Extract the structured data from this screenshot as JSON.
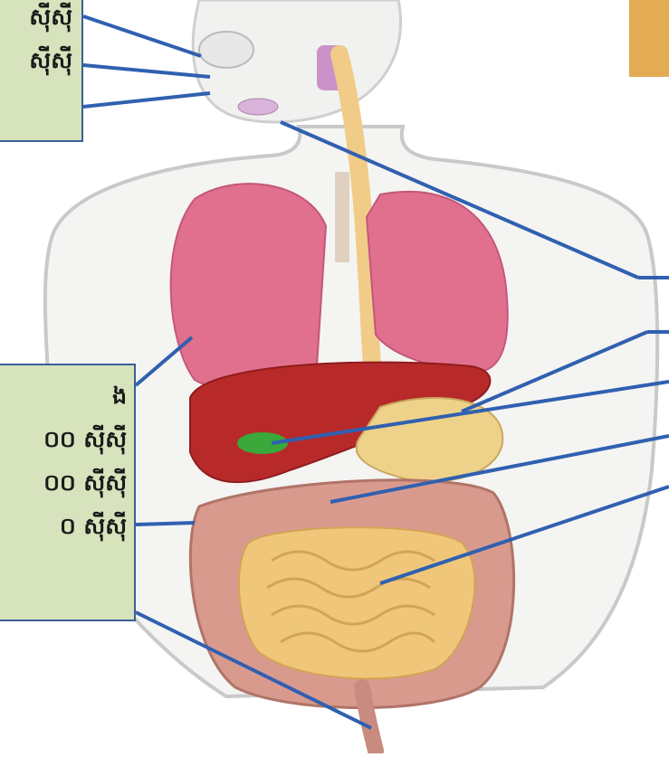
{
  "colors": {
    "label_box_fill": "#d7e3bc",
    "label_box_border": "#3a5f99",
    "leader_lines": "#3060b0",
    "corner_tab": "#e2ab54"
  },
  "labels_top": [
    "ស៊ីស៊ី",
    "ស៊ីស៊ី"
  ],
  "labels_middle": [
    "ង",
    "០០ ស៊ីស៊ី",
    "០០ ស៊ីស៊ី",
    "០ ស៊ីស៊ី"
  ]
}
